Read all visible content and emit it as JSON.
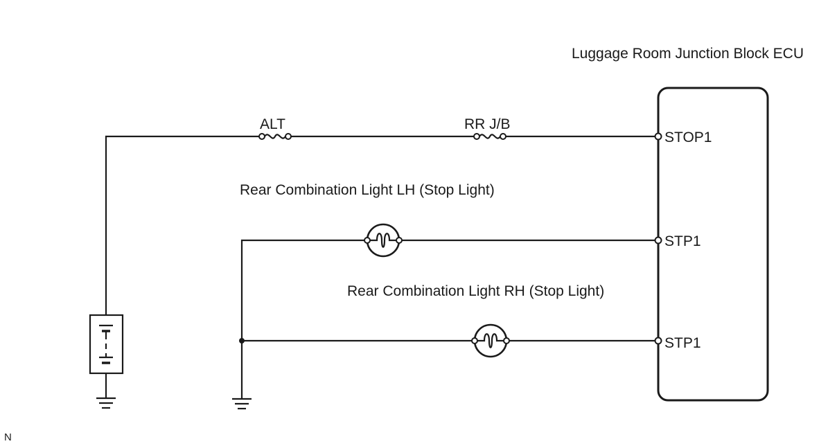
{
  "ecu": {
    "title": "Luggage Room Junction Block ECU"
  },
  "fuses": {
    "alt": "ALT",
    "rr_jb": "RR J/B"
  },
  "lamps": {
    "lh": "Rear Combination Light LH (Stop Light)",
    "rh": "Rear Combination Light RH (Stop Light)"
  },
  "terminals": {
    "stop1": "STOP1",
    "stp1_lh": "STP1",
    "stp1_rh": "STP1"
  },
  "footer": {
    "mark": "N"
  }
}
